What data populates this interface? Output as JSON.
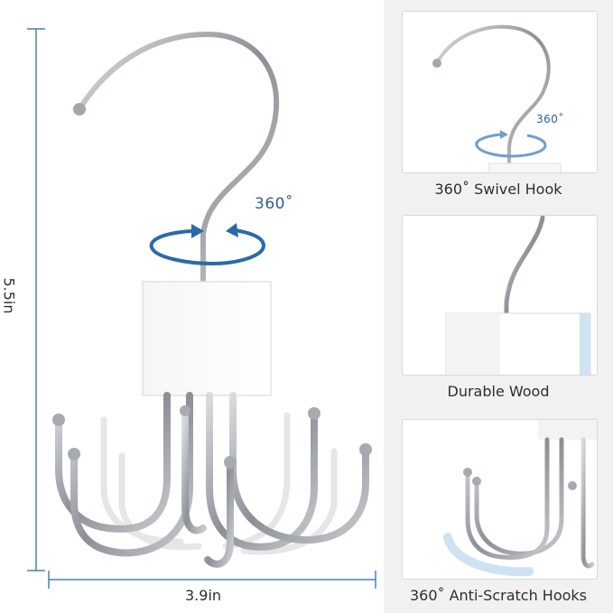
{
  "main": {
    "rotation_label": "360˚",
    "height_label": "5.5in",
    "width_label": "3.9in"
  },
  "panels": [
    {
      "caption": "360˚ Swivel Hook",
      "rotation_label": "360˚"
    },
    {
      "caption": "Durable Wood"
    },
    {
      "caption": "360˚ Anti-Scratch Hooks"
    }
  ],
  "colors": {
    "accent": "#2b6aa8",
    "metal": "#9a9ea3",
    "wood": "#ffffff",
    "panel_bg": "#f1f1f1"
  }
}
